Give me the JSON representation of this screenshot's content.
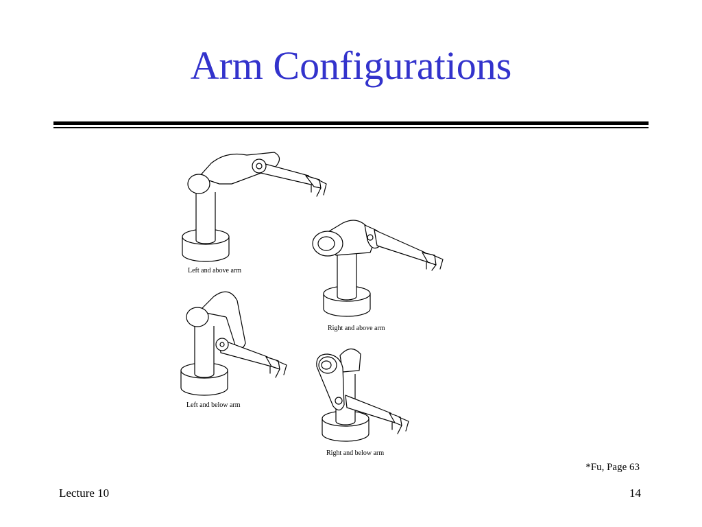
{
  "slide": {
    "title": "Arm Configurations",
    "citation": "*Fu, Page 63",
    "footer_left": "Lecture 10",
    "page_number": "14"
  },
  "figure": {
    "captions": [
      "Left and above arm",
      "Right and above arm",
      "Left and below arm",
      "Right and below arm"
    ]
  },
  "colors": {
    "title": "#3333cc",
    "rules": "#000000"
  }
}
